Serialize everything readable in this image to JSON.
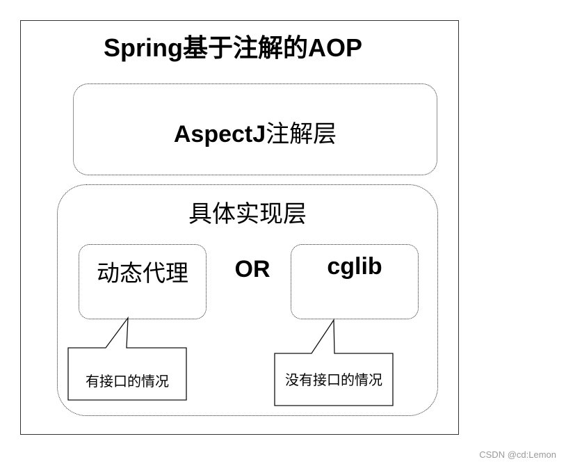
{
  "diagram": {
    "title": "Spring基于注解的AOP",
    "aspect_layer": {
      "en": "AspectJ",
      "zh": "注解层"
    },
    "impl_layer": "具体实现层",
    "dynamic_proxy": "动态代理",
    "or": "OR",
    "cglib": "cglib",
    "note_with_interface": "有接口的情况",
    "note_without_interface": "没有接口的情况"
  },
  "watermark": "CSDN @cd:Lemon"
}
